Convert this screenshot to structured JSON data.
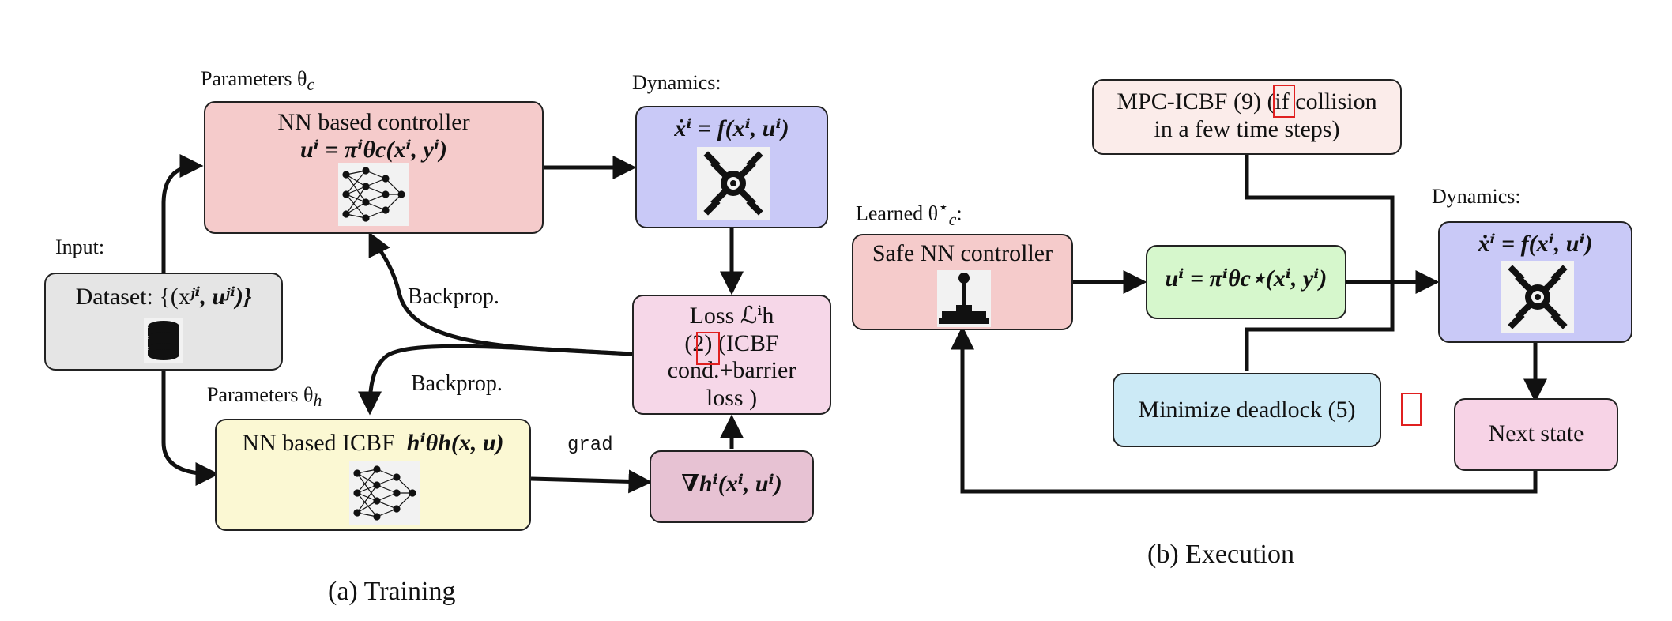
{
  "training": {
    "caption": "(a) Training",
    "input_label": "Input:",
    "dataset": "Dataset: {(x",
    "dataset_math": "ʲⁱ, uʲⁱ)}",
    "params_c": "Parameters θ",
    "params_c_sub": "c",
    "params_h": "Parameters θ",
    "params_h_sub": "h",
    "controller_title": "NN based controller",
    "controller_eq": "uⁱ = πⁱθc(xⁱ, yⁱ)",
    "dynamics_label": "Dynamics:",
    "dynamics_eq": "ẋⁱ = f(xⁱ, uⁱ)",
    "loss_title": "Loss ℒⁱh",
    "loss_line2": "(2) (ICBF",
    "loss_line3": "cond.+barrier",
    "loss_line4": "loss )",
    "icbf_title": "NN based ICBF",
    "icbf_eq": "hⁱθh(x, u)",
    "grad_label": "grad",
    "grad_box": "∇hⁱ(xⁱ, uⁱ)",
    "backprop_upper": "Backprop.",
    "backprop_lower": "Backprop."
  },
  "execution": {
    "caption": "(b) Execution",
    "learned_label": "Learned θ",
    "learned_sup": "⋆",
    "learned_sub": "c",
    "learned_colon": ":",
    "safe_controller": "Safe NN controller",
    "control_eq": "uⁱ = πⁱθc⋆(xⁱ, yⁱ)",
    "mpc_line1": "MPC-ICBF (9) (if collision",
    "mpc_line2": "in a few time steps)",
    "dynamics_label": "Dynamics:",
    "dynamics_eq": "ẋⁱ = f(xⁱ, uⁱ)",
    "deadlock": "Minimize deadlock (5)",
    "next_state": "Next state"
  },
  "colors": {
    "controller": "#f5cbcb",
    "dynamics": "#c9c9f7",
    "loss": "#f6d7e8",
    "icbf": "#fbf8d3",
    "grad": "#e7c2d3",
    "dataset": "#e5e5e5",
    "mpc": "#fbecea",
    "control_eq": "#d6f7cc",
    "deadlock": "#cceaf6",
    "next_state": "#f7d3e6",
    "marker": "#e02020"
  },
  "icons": [
    "database-icon",
    "neural-network-icon",
    "drone-icon",
    "joystick-icon"
  ]
}
